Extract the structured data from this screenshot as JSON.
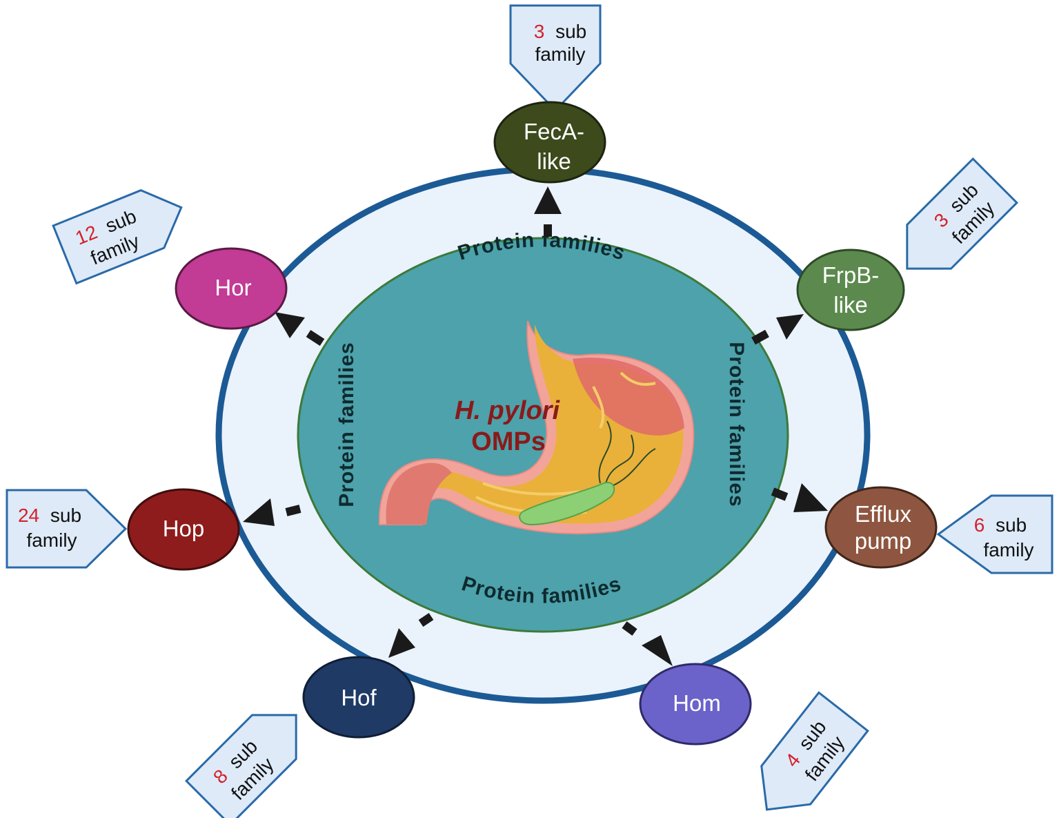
{
  "center": {
    "line1": "H. pylori",
    "line2": "OMPs"
  },
  "ring_labels": {
    "top": "Protein families",
    "bottom": "Protein families",
    "left": "Protein families",
    "right": "Protein families"
  },
  "families": [
    {
      "id": "feca",
      "line1": "FecA-",
      "line2": "like",
      "color": "#3d4a1c",
      "count": "3",
      "sub": "sub",
      "family": "family"
    },
    {
      "id": "frpb",
      "line1": "FrpB-",
      "line2": "like",
      "color": "#5c8a4e",
      "count": "3",
      "sub": "sub",
      "family": "family"
    },
    {
      "id": "efflux",
      "line1": "Efflux",
      "line2": "pump",
      "color": "#8e5640",
      "count": "6",
      "sub": "sub",
      "family": "family"
    },
    {
      "id": "hom",
      "line1": "Hom",
      "line2": "",
      "color": "#6b63c9",
      "count": "4",
      "sub": "sub",
      "family": "family"
    },
    {
      "id": "hof",
      "line1": "Hof",
      "line2": "",
      "color": "#203a66",
      "count": "8",
      "sub": "sub",
      "family": "family"
    },
    {
      "id": "hop",
      "line1": "Hop",
      "line2": "",
      "color": "#8e1c1c",
      "count": "24",
      "sub": "sub",
      "family": "family"
    },
    {
      "id": "hor",
      "line1": "Hor",
      "line2": "",
      "color": "#c23b95",
      "count": "12",
      "sub": "sub",
      "family": "family"
    }
  ],
  "colors": {
    "outer_ring_fill": "#eaf2fb",
    "outer_ring_stroke": "#1c5a95",
    "inner_circle_fill": "#4da2ab",
    "inner_circle_stroke": "#3c7a3a",
    "pentagon_fill": "#deeaf8",
    "pentagon_stroke": "#2a6aa8",
    "arrow": "#1a1a1a",
    "count_color": "#d3222a"
  }
}
